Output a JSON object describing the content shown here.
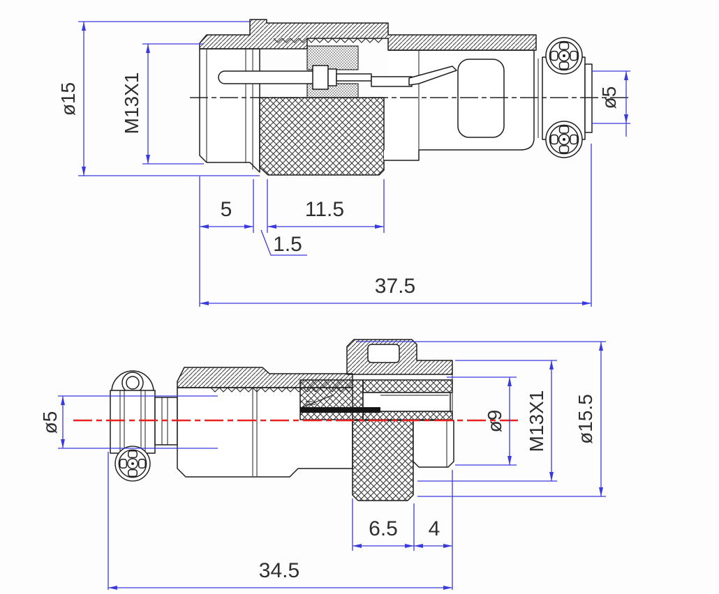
{
  "drawing": {
    "top_view": {
      "labels": {
        "outer_diameter": "ø15",
        "thread": "M13X1",
        "nut_length": "5",
        "knurl_length": "11.5",
        "step_length": "1.5",
        "total_length": "37.5",
        "cable_diameter": "ø5"
      }
    },
    "bottom_view": {
      "labels": {
        "cable_diameter": "ø5",
        "tip_diameter": "ø9",
        "thread": "M13X1",
        "knurl_diameter": "ø15.5",
        "knurl_length": "6.5",
        "tip_length": "4",
        "total_length": "34.5"
      }
    },
    "colors": {
      "dimension_line": "#3a3ae0",
      "centerline": "#e82220",
      "outline": "#1c1c1c",
      "text": "#2e2e2e"
    }
  }
}
